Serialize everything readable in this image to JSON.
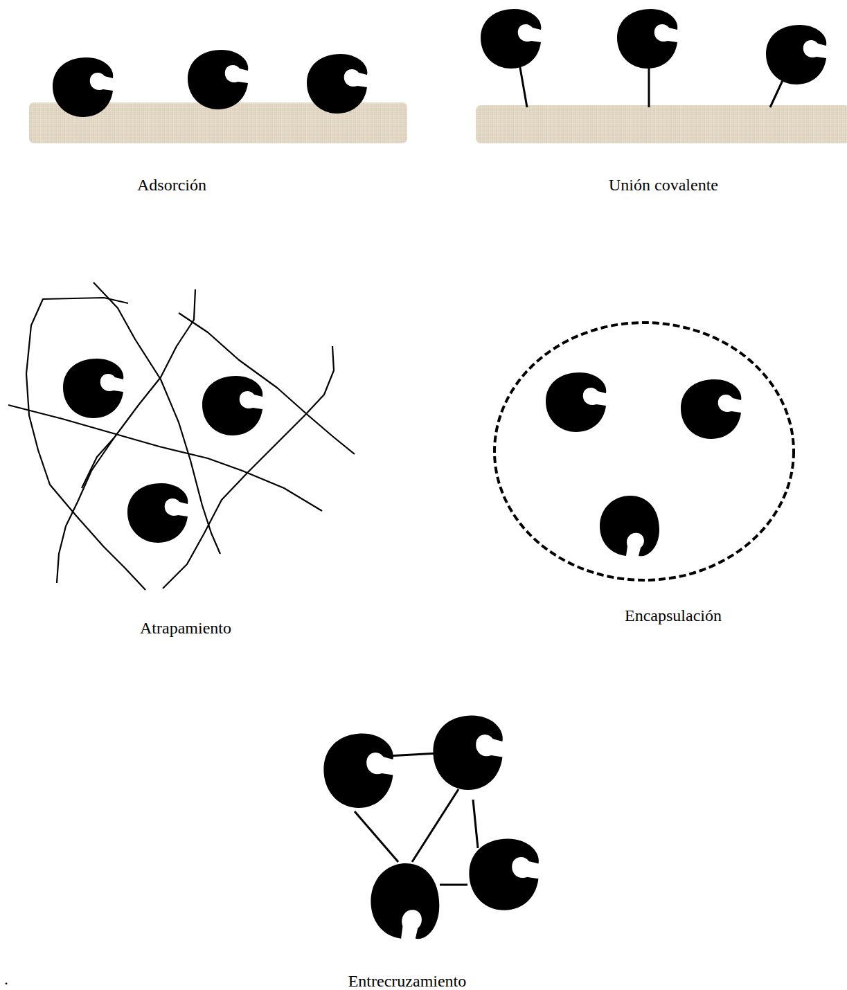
{
  "diagram": {
    "labels": [
      "Adsorción",
      "Unión covalente",
      "Atrapamiento",
      "Encapsulación",
      "Entrecruzamiento",
      "."
    ]
  }
}
